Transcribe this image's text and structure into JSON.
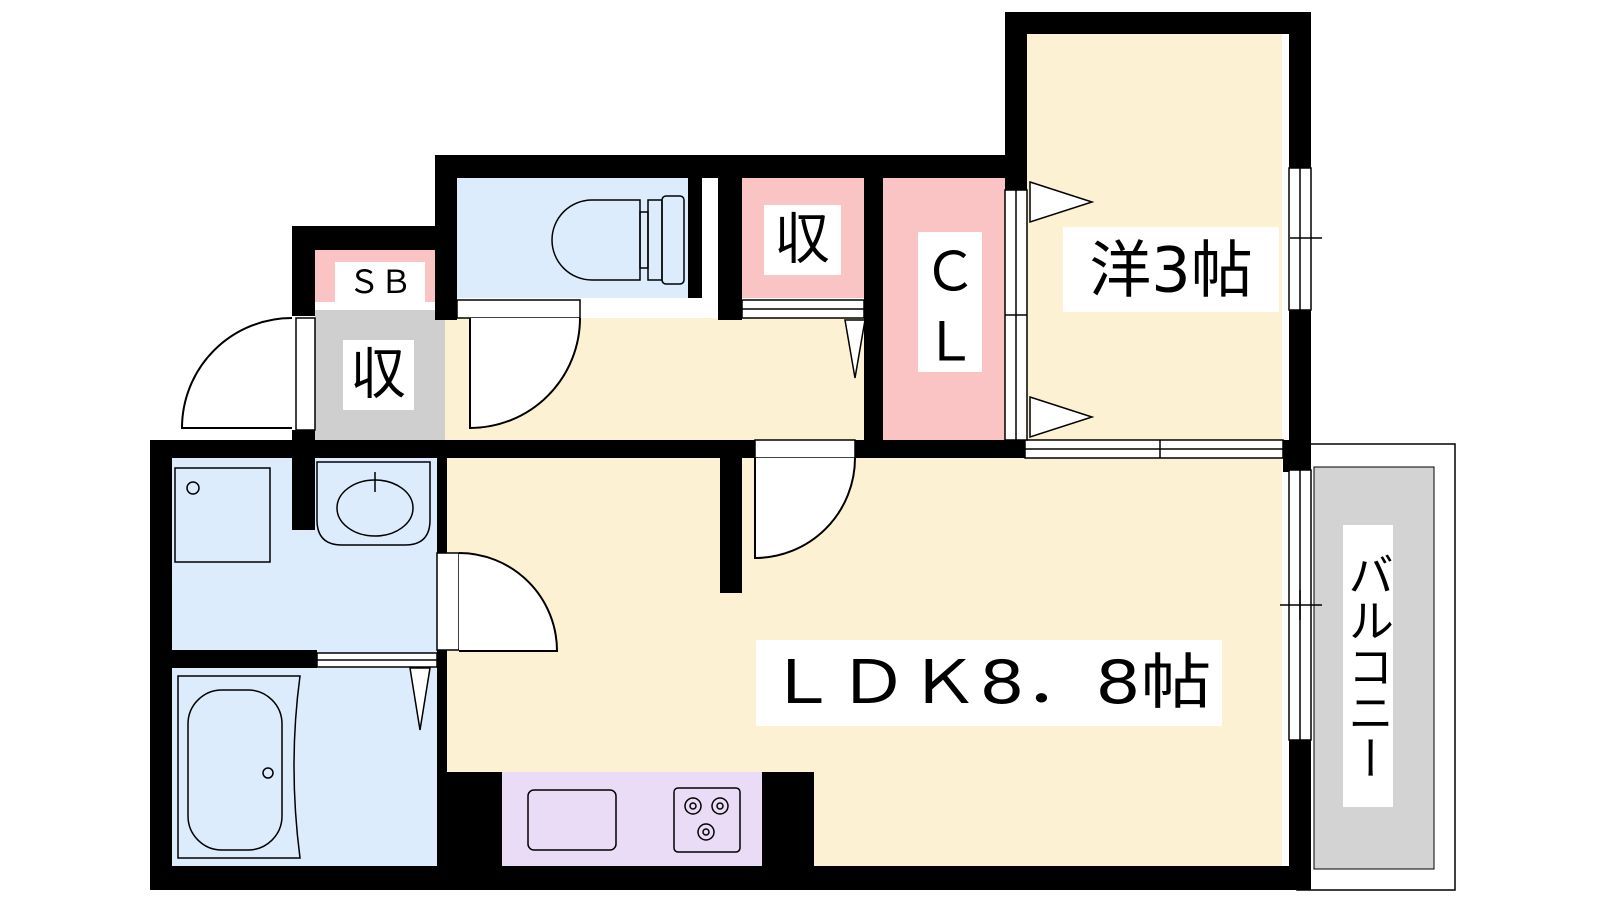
{
  "rooms": {
    "western": "洋3帖",
    "ldk": "ＬＤＫ8．8帖",
    "closet_c": "Ｃ",
    "closet_l": "Ｌ",
    "storage_top": "収",
    "storage_entry": "収",
    "shoe_box": "ＳＢ",
    "balcony": "バルコニー"
  },
  "colors": {
    "living_floor": "#fdf1d3",
    "wet_area": "#dcecfc",
    "storage": "#fbc4c4",
    "shoe_storage": "#cfcfcf",
    "balcony": "#d3d3d3",
    "kitchen": "#eadcf6",
    "wall": "#000000"
  }
}
